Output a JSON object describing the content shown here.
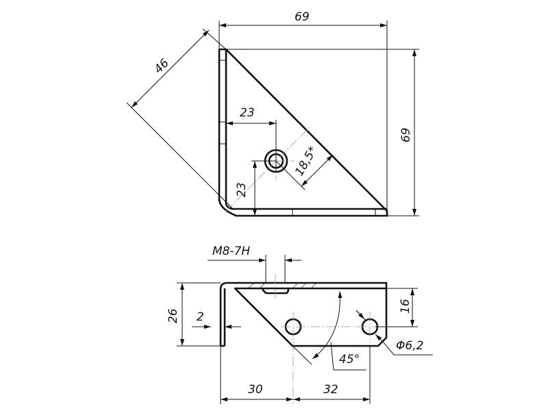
{
  "top_view": {
    "width_dim": "69",
    "height_dim": "69",
    "diagonal_dim": "46",
    "hole_x_dim": "23",
    "hole_y_dim": "23",
    "hole_to_edge_dim": "18,5*"
  },
  "front_view": {
    "thread_label": "M8-7H",
    "height_dim": "26",
    "thickness_dim": "2",
    "hole_height_dim": "16",
    "hole_diameter_dim": "Φ6,2",
    "angle_dim": "45°",
    "hole1_dim": "30",
    "hole_spacing_dim": "32"
  },
  "colors": {
    "line": "#111111",
    "background": "#ffffff"
  }
}
